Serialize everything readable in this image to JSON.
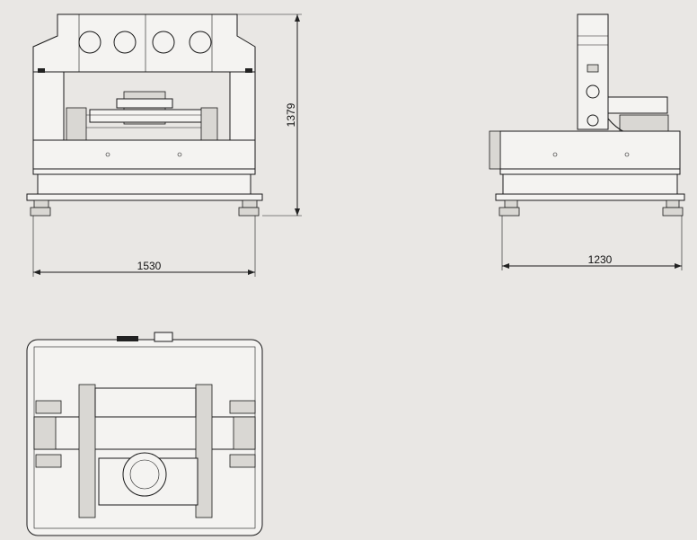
{
  "dimensions": {
    "front_width": "1530",
    "front_height": "1379",
    "side_width": "1230"
  },
  "colors": {
    "background": "#e9e7e4",
    "line": "#1a1a1a"
  }
}
